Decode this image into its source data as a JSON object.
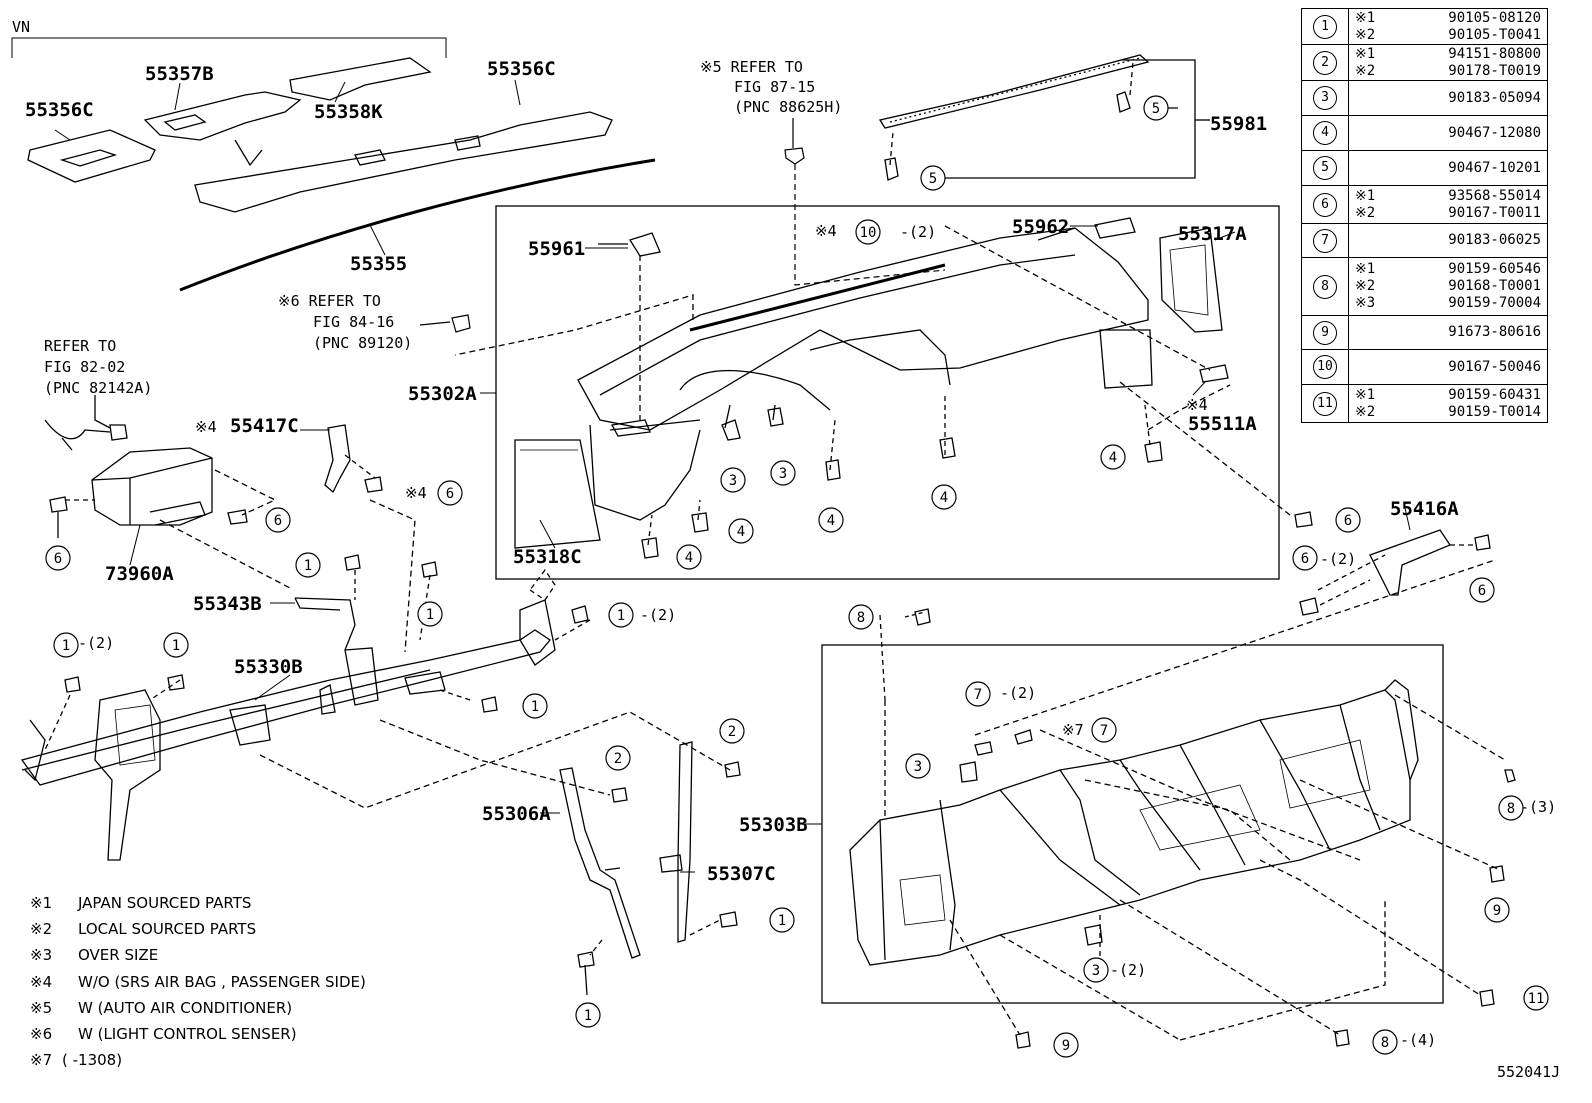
{
  "vn_label": "VN",
  "part_numbers": {
    "p55356C_left": "55356C",
    "p55357B": "55357B",
    "p55358K": "55358K",
    "p55356C_right": "55356C",
    "p55355": "55355",
    "p55981": "55981",
    "p55961": "55961",
    "p55962": "55962",
    "p55317A": "55317A",
    "p55302A": "55302A",
    "p55511A": "55511A",
    "p55318C": "55318C",
    "p55417C": "55417C",
    "p73960A": "73960A",
    "p55343B": "55343B",
    "p55330B": "55330B",
    "p55416A": "55416A",
    "p55306A": "55306A",
    "p55307C": "55307C",
    "p55303B": "55303B"
  },
  "refer_notes": {
    "fig87_l1": "※5 REFER TO",
    "fig87_l2": "FIG 87-15",
    "fig87_l3": "(PNC 88625H)",
    "fig84_l1": "※6 REFER TO",
    "fig84_l2": "FIG 84-16",
    "fig84_l3": "(PNC 89120)",
    "fig82_l1": "REFER TO",
    "fig82_l2": "FIG 82-02",
    "fig82_l3": "(PNC 82142A)"
  },
  "inline_marks": {
    "m4_10": "※4",
    "m4_55417C": "※4",
    "m4_6": "※4",
    "m4_55511A": "※4",
    "m7_7": "※7",
    "qty2": "-(2)",
    "qty3": "-(3)",
    "qty4": "-(4)"
  },
  "parts_table": [
    {
      "index": "1",
      "codes": [
        {
          "mark": "※1",
          "code": "90105-08120"
        },
        {
          "mark": "※2",
          "code": "90105-T0041"
        }
      ]
    },
    {
      "index": "2",
      "codes": [
        {
          "mark": "※1",
          "code": "94151-80800"
        },
        {
          "mark": "※2",
          "code": "90178-T0019"
        }
      ]
    },
    {
      "index": "3",
      "codes": [
        {
          "mark": "",
          "code": "90183-05094"
        }
      ]
    },
    {
      "index": "4",
      "codes": [
        {
          "mark": "",
          "code": "90467-12080"
        }
      ]
    },
    {
      "index": "5",
      "codes": [
        {
          "mark": "",
          "code": "90467-10201"
        }
      ]
    },
    {
      "index": "6",
      "codes": [
        {
          "mark": "※1",
          "code": "93568-55014"
        },
        {
          "mark": "※2",
          "code": "90167-T0011"
        }
      ]
    },
    {
      "index": "7",
      "codes": [
        {
          "mark": "",
          "code": "90183-06025"
        }
      ]
    },
    {
      "index": "8",
      "codes": [
        {
          "mark": "※1",
          "code": "90159-60546"
        },
        {
          "mark": "※2",
          "code": "90168-T0001"
        },
        {
          "mark": "※3",
          "code": "90159-70004"
        }
      ]
    },
    {
      "index": "9",
      "codes": [
        {
          "mark": "",
          "code": "91673-80616"
        }
      ]
    },
    {
      "index": "10",
      "codes": [
        {
          "mark": "",
          "code": "90167-50046"
        }
      ]
    },
    {
      "index": "11",
      "codes": [
        {
          "mark": "※1",
          "code": "90159-60431"
        },
        {
          "mark": "※2",
          "code": "90159-T0014"
        }
      ]
    }
  ],
  "footnotes": [
    {
      "mark": "※1",
      "text": "JAPAN SOURCED PARTS"
    },
    {
      "mark": "※2",
      "text": "LOCAL SOURCED PARTS"
    },
    {
      "mark": "※3",
      "text": "OVER SIZE"
    },
    {
      "mark": "※4",
      "text": "W/O (SRS AIR BAG , PASSENGER SIDE)"
    },
    {
      "mark": "※5",
      "text": "W (AUTO AIR CONDITIONER)"
    },
    {
      "mark": "※6",
      "text": "W (LIGHT CONTROL SENSER)"
    },
    {
      "mark": "※7",
      "text": "(        -1308)"
    }
  ],
  "diagram_id": "552041J",
  "callouts": [
    {
      "n": "5"
    },
    {
      "n": "5"
    },
    {
      "n": "10"
    },
    {
      "n": "3"
    },
    {
      "n": "3"
    },
    {
      "n": "4"
    },
    {
      "n": "4"
    },
    {
      "n": "4"
    },
    {
      "n": "4"
    },
    {
      "n": "4"
    },
    {
      "n": "6"
    },
    {
      "n": "6"
    },
    {
      "n": "6"
    },
    {
      "n": "6"
    },
    {
      "n": "6"
    },
    {
      "n": "6"
    },
    {
      "n": "1"
    },
    {
      "n": "1"
    },
    {
      "n": "1"
    },
    {
      "n": "1"
    },
    {
      "n": "1"
    },
    {
      "n": "1"
    },
    {
      "n": "1"
    },
    {
      "n": "1"
    },
    {
      "n": "2"
    },
    {
      "n": "2"
    },
    {
      "n": "8"
    },
    {
      "n": "8"
    },
    {
      "n": "8"
    },
    {
      "n": "7"
    },
    {
      "n": "7"
    },
    {
      "n": "3"
    },
    {
      "n": "3"
    },
    {
      "n": "9"
    },
    {
      "n": "9"
    },
    {
      "n": "11"
    }
  ]
}
